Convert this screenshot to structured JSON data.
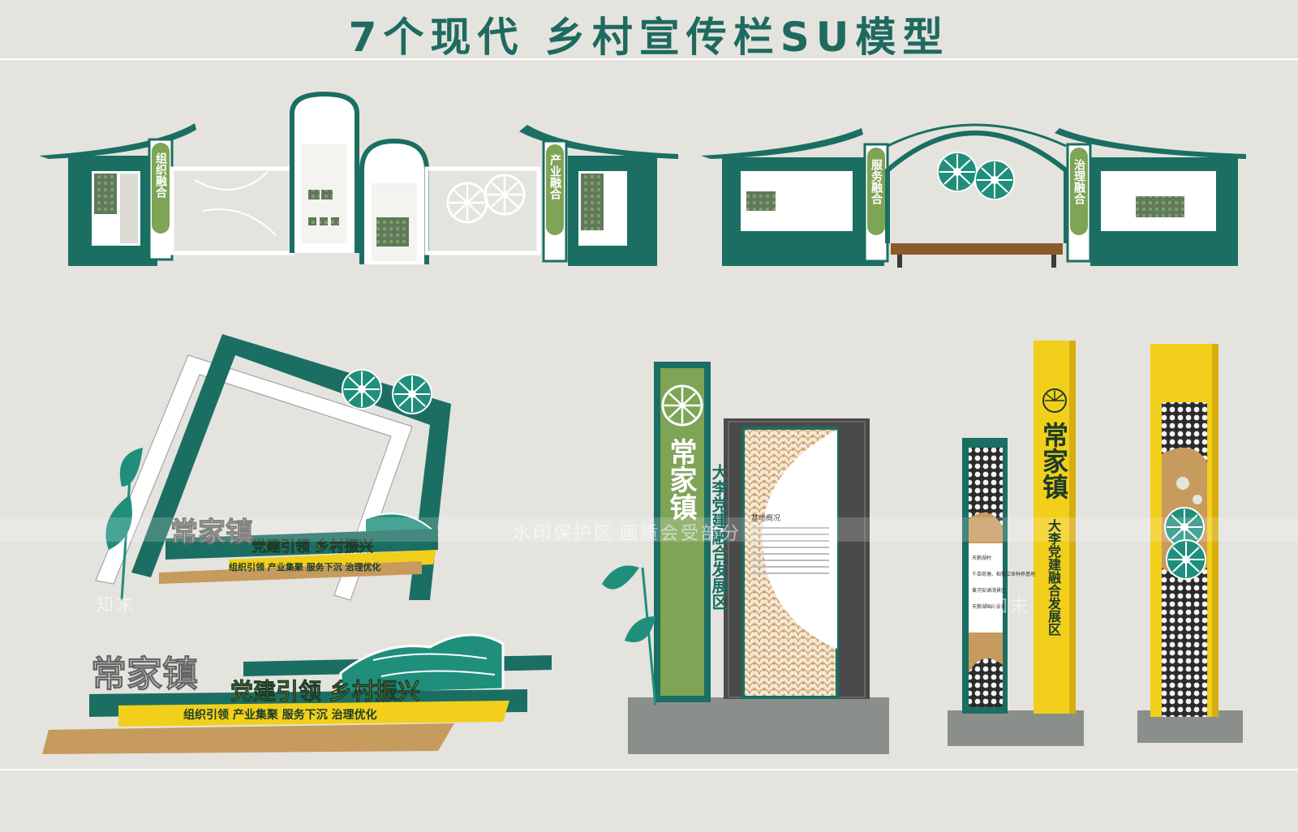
{
  "title": "7个现代 乡村宣传栏SU模型",
  "colors": {
    "teal": "#1b6e62",
    "lightGreen": "#7ea456",
    "yellow": "#f2cf1a",
    "white": "#ffffff",
    "tan": "#c79a5e",
    "bg": "#e4e3de",
    "stone": "#8a8f8c"
  },
  "signs": {
    "tab1": "组织融合",
    "tab2": "产业融合",
    "tab3": "服务融合",
    "tab4": "治理融合",
    "town": "常家镇",
    "slogan": "党建引领 乡村振兴",
    "sub": "组织引领  产业集聚  服务下沉  治理优化",
    "district": "大李党建融合发展区",
    "panel_heading": "基地概况",
    "directions": [
      "天鹅湖村",
      "千亩荷塘、稻蟹立体种养基地",
      "黄河安澜湾景区",
      "天鹅湖国际慢城"
    ]
  },
  "watermark": {
    "left": "水印保护区",
    "right": "画质会受部分",
    "brand": "知末"
  }
}
